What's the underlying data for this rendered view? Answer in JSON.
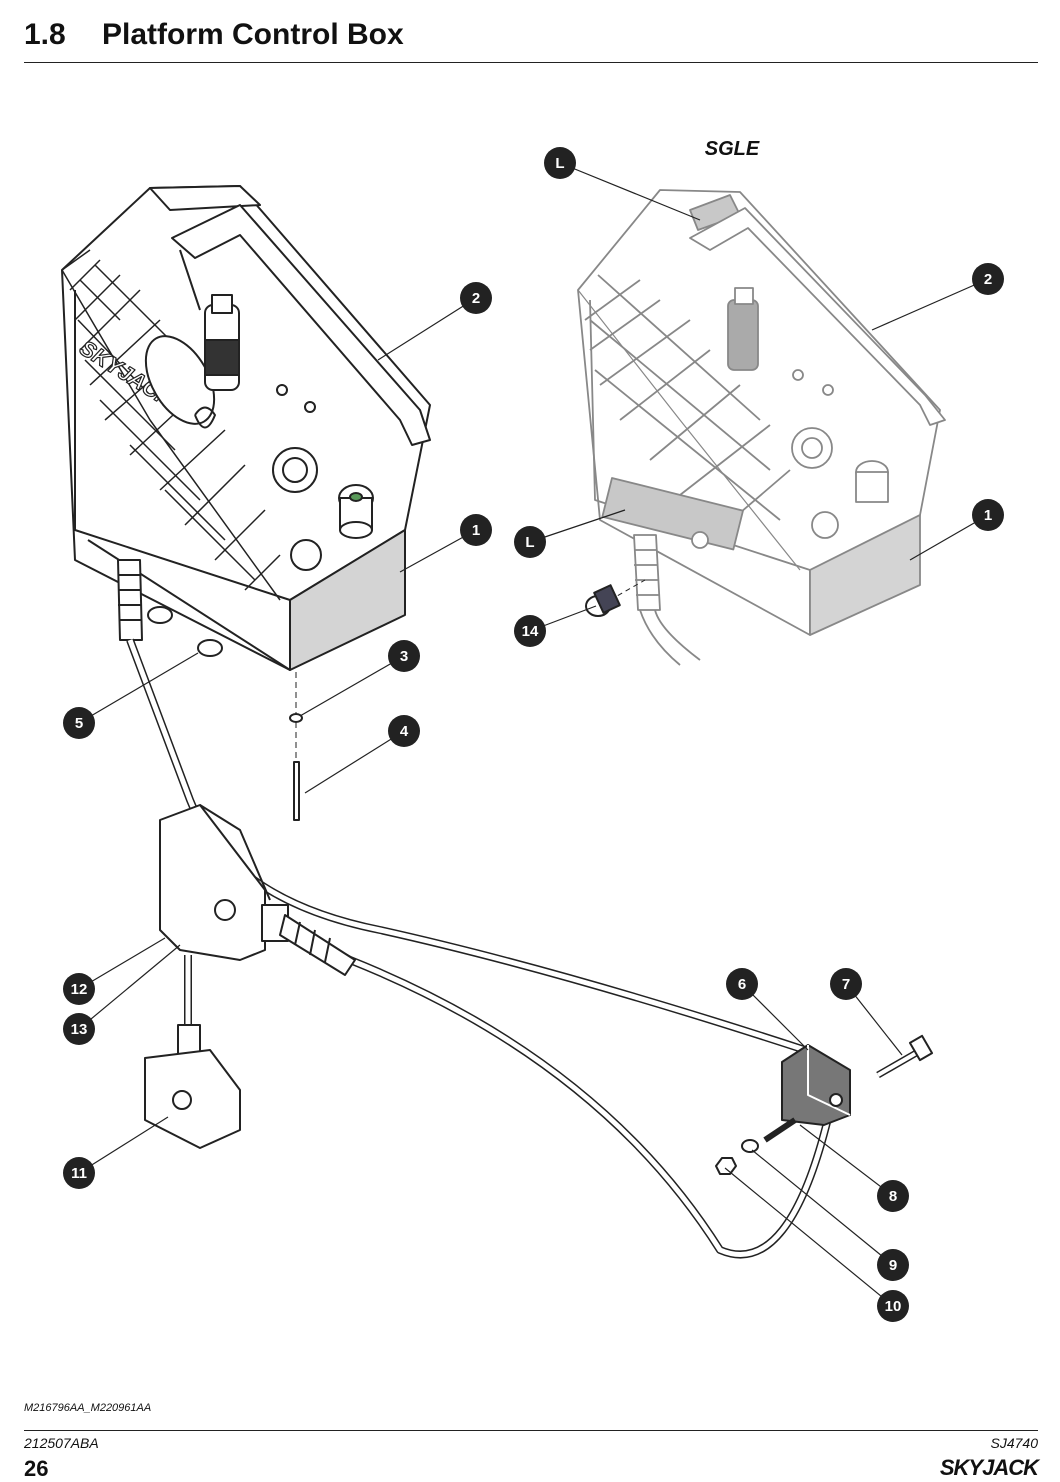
{
  "header": {
    "section_number": "1.8",
    "title": "Platform Control Box"
  },
  "diagram": {
    "variant_label": "SGLE",
    "logo_text": "SKYJACK",
    "callouts": [
      "1",
      "2",
      "3",
      "4",
      "5",
      "6",
      "7",
      "8",
      "9",
      "10",
      "11",
      "12",
      "13",
      "14",
      "L"
    ]
  },
  "figure_id": "M216796AA_M220961AA",
  "footer": {
    "doc_number": "212507ABA",
    "model": "SJ4740",
    "page_number": "26",
    "brand": "SKYJACK"
  },
  "colors": {
    "callout_fill": "#222222",
    "line": "#222222",
    "panel_grey": "#cfcfcf"
  }
}
